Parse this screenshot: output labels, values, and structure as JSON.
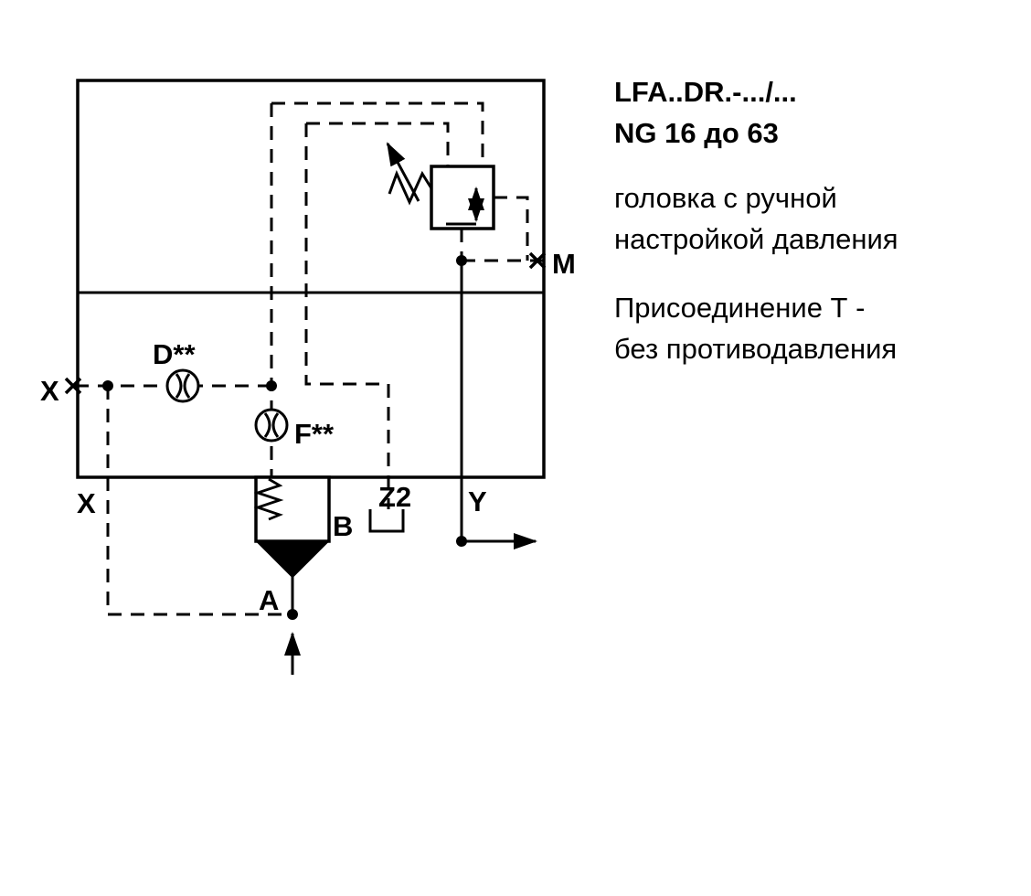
{
  "title_block": {
    "model": "LFA..DR.-.../...",
    "size": "NG 16 до 63",
    "description_line1": "головка с ручной",
    "description_line2": "настройкой давления",
    "note_line1": "Присоединение Т -",
    "note_line2": "без противодавления"
  },
  "diagram": {
    "ports": {
      "x_left": "X",
      "x_bottom": "X",
      "m": "M",
      "y": "Y",
      "a": "A",
      "b": "B",
      "z2": "Z2"
    },
    "components": {
      "orifice_d": "D**",
      "orifice_f": "F**"
    },
    "symbols": [
      "pilot-pressure-relief-valve",
      "adjustable-spring",
      "orifice-D",
      "orifice-F",
      "main-poppet-cartridge-valve",
      "plugged-port-x",
      "plugged-port-m"
    ],
    "line_color": "#000000",
    "background_color": "#ffffff"
  }
}
